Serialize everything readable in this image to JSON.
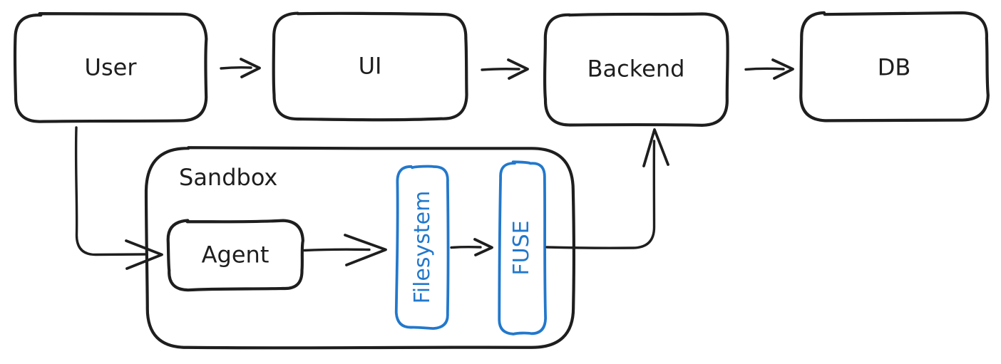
{
  "diagram": {
    "type": "flowchart",
    "style": "hand-drawn",
    "colors": {
      "ink": "#1e1e1e",
      "accent": "#2278cc",
      "background": "#ffffff"
    },
    "nodes": {
      "user": {
        "label": "User"
      },
      "ui": {
        "label": "UI"
      },
      "backend": {
        "label": "Backend"
      },
      "db": {
        "label": "DB"
      },
      "sandbox": {
        "label": "Sandbox",
        "kind": "container"
      },
      "agent": {
        "label": "Agent",
        "parent": "Sandbox"
      },
      "filesystem": {
        "label": "Filesystem",
        "parent": "Sandbox",
        "color": "accent",
        "text_rotation": "vertical"
      },
      "fuse": {
        "label": "FUSE",
        "parent": "Sandbox",
        "color": "accent",
        "text_rotation": "vertical"
      }
    },
    "edges": [
      {
        "from": "User",
        "to": "UI"
      },
      {
        "from": "UI",
        "to": "Backend"
      },
      {
        "from": "Backend",
        "to": "DB"
      },
      {
        "from": "User",
        "to": "Agent"
      },
      {
        "from": "Agent",
        "to": "Filesystem"
      },
      {
        "from": "Filesystem",
        "to": "FUSE"
      },
      {
        "from": "FUSE",
        "to": "Backend"
      }
    ]
  }
}
